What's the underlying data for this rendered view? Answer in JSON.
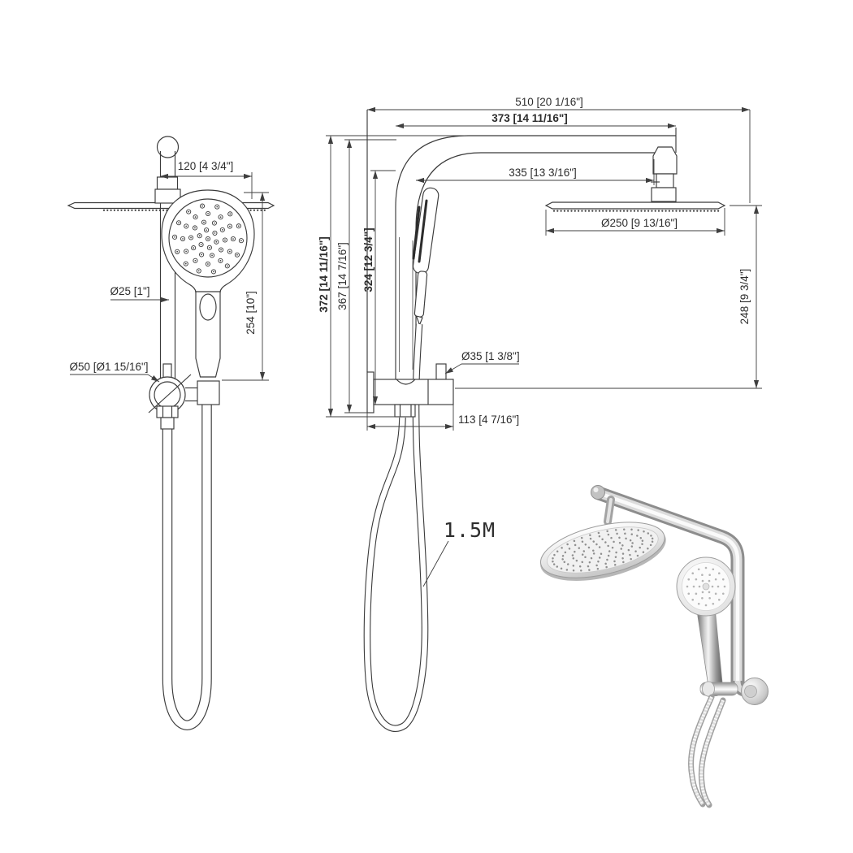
{
  "document": {
    "type": "shower-system-dimension-drawing",
    "background": "#ffffff",
    "line_color": "#3a3a3a"
  },
  "dims": {
    "front": {
      "width_120": "120 [4 3/4\"]",
      "rail_diameter_25": "Ø25 [1\"]",
      "handshower_length_254": "254 [10\"]",
      "bracket_diameter_50": "Ø50 [Ø1 15/16\"]"
    },
    "side": {
      "total_width_510": "510 [20 1/16\"]",
      "arm_width_373": "373 [14 11/16\"]",
      "arm_reach_335": "335 [13 3/16\"]",
      "head_diameter_250": "Ø250 [9 13/16\"]",
      "drop_height_248": "248 [9 3/4\"]",
      "height_372": "372 [14 11/16\"]",
      "height_367": "367 [14 7/16\"]",
      "height_324": "324 [12 3/4\"]",
      "inlet_diameter_35": "Ø35 [1 3/8\"]",
      "body_depth_113": "113 [4 7/16\"]",
      "hose_length": "1.5M"
    }
  }
}
